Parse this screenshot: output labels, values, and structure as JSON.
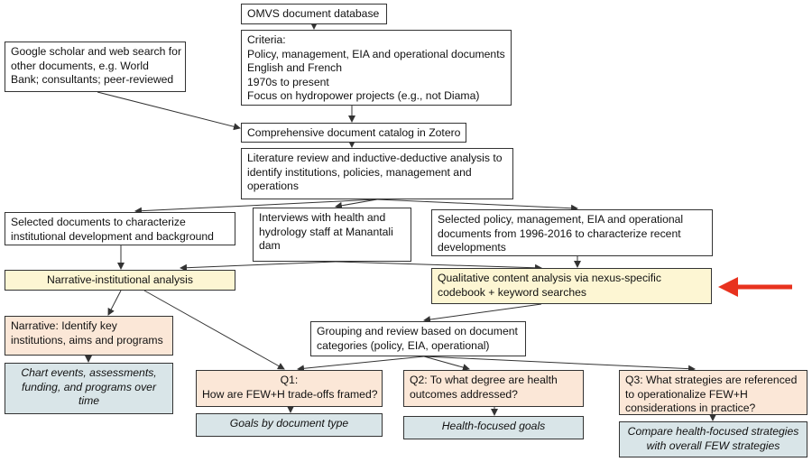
{
  "source_db": "OMVS document database",
  "criteria": {
    "lines": [
      "Criteria:",
      "Policy, management, EIA and operational documents",
      "English and French",
      "1970s to present",
      "Focus on hydropower projects (e.g., not Diama)"
    ]
  },
  "google": {
    "lines": [
      "Google scholar and web search for",
      "other documents, e.g. World",
      "Bank; consultants; peer-reviewed"
    ]
  },
  "catalog": "Comprehensive document catalog in Zotero",
  "literature": {
    "lines": [
      "Literature review and inductive-deductive analysis to",
      "identify institutions, policies, management and",
      "operations"
    ]
  },
  "selected_docs": {
    "lines": [
      "Selected documents to characterize",
      "institutional development and background"
    ]
  },
  "interviews": {
    "lines": [
      "Interviews with health and",
      "hydrology staff at Manantali",
      "dam"
    ]
  },
  "selected_policy": {
    "lines": [
      "Selected policy, management, EIA and operational",
      "documents from 1996-2016 to characterize recent",
      "developments"
    ]
  },
  "narrative_analysis": "Narrative-institutional analysis",
  "qualitative": {
    "lines": [
      "Qualitative content analysis via nexus-specific",
      "codebook + keyword searches"
    ]
  },
  "narrative_identify": {
    "lines": [
      "Narrative: Identify key",
      "institutions, aims and programs"
    ]
  },
  "grouping": {
    "lines": [
      "Grouping and review based on document",
      "categories (policy, EIA, operational)"
    ]
  },
  "chart_events": {
    "lines": [
      "Chart events, assessments,",
      "funding, and programs over",
      "time"
    ]
  },
  "q1": {
    "lines": [
      "Q1:",
      "How are FEW+H trade-offs framed?"
    ]
  },
  "q2": {
    "lines": [
      "Q2: To what degree are health",
      "outcomes addressed?"
    ]
  },
  "q3": {
    "lines": [
      "Q3: What strategies are referenced",
      "to operationalize FEW+H",
      "considerations in practice?"
    ]
  },
  "goals_doc_type": "Goals by document type",
  "health_goals": "Health-focused goals",
  "compare": {
    "lines": [
      "Compare health-focused strategies",
      "with overall FEW strategies"
    ]
  },
  "colors": {
    "yellow": "#fdf6d3",
    "peach": "#fbe7d7",
    "blue": "#d9e5e8",
    "arrow_red": "#e8321e"
  }
}
